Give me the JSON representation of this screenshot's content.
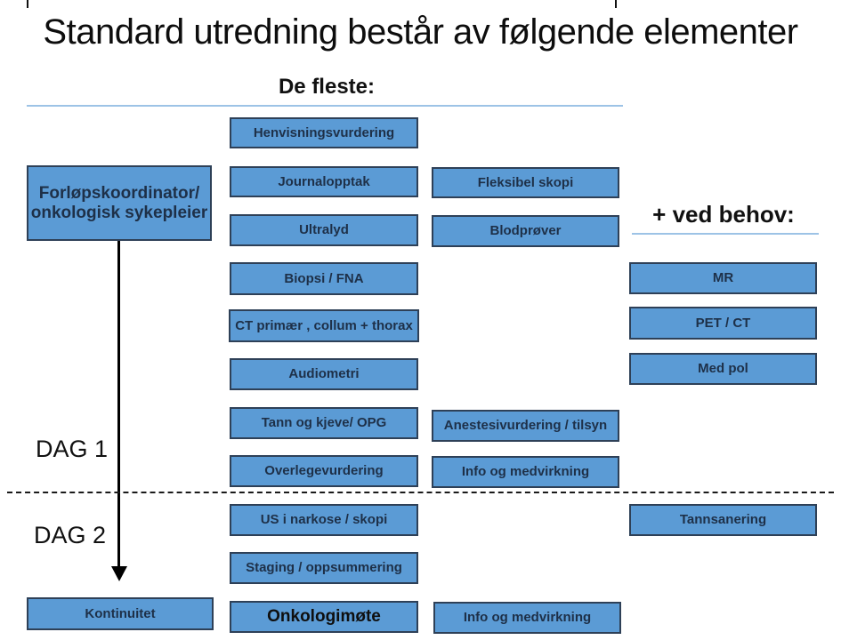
{
  "title": "Standard utredning består av følgende elementer",
  "section_most": {
    "label": "De fleste:"
  },
  "section_need": {
    "label": "+ ved behov:"
  },
  "day_labels": {
    "day1": "DAG 1",
    "day2": "DAG 2"
  },
  "coordinator": {
    "line1": "Forløpskoordinator/",
    "line2": "onkologisk sykepleier"
  },
  "continuity": {
    "label": "Kontinuitet"
  },
  "col_main": {
    "items": [
      "Henvisningsvurdering",
      "Journalopptak",
      "Ultralyd",
      "Biopsi / FNA",
      "CT primær , collum + thorax",
      "Audiometri",
      "Tann og kjeve/ OPG",
      "Overlegevurdering",
      "US i narkose / skopi",
      "Staging / oppsummering",
      "Onkologimøte"
    ]
  },
  "col_second": {
    "items": [
      "Fleksibel skopi",
      "Blodprøver",
      "Anestesivurdering / tilsyn",
      "Info og medvirkning",
      "Info og medvirkning"
    ]
  },
  "col_need": {
    "items": [
      "MR",
      "PET / CT",
      "Med pol",
      "Tannsanering"
    ]
  },
  "colors": {
    "box_fill": "#5b9bd5",
    "box_border": "#2e4057",
    "box_text": "#1e3048",
    "underline": "#9dc3e6"
  }
}
